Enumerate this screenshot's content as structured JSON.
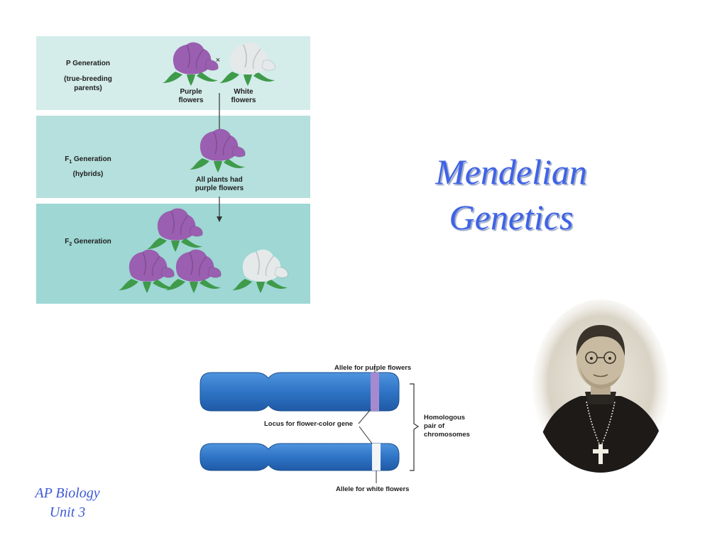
{
  "cross": {
    "p_generation": {
      "label": "P Generation",
      "sublabel_line1": "(true-breeding",
      "sublabel_line2": "parents)",
      "cross_symbol": "×",
      "left_flower_line1": "Purple",
      "left_flower_line2": "flowers",
      "right_flower_line1": "White",
      "right_flower_line2": "flowers"
    },
    "f1_generation": {
      "label_prefix": "F",
      "label_sub": "1",
      "label_suffix": " Generation",
      "sublabel": "(hybrids)",
      "caption_line1": "All plants had",
      "caption_line2": "purple flowers"
    },
    "f2_generation": {
      "label_prefix": "F",
      "label_sub": "2",
      "label_suffix": " Generation"
    },
    "colors": {
      "purple_flower": "#9a5fb0",
      "white_flower": "#e6e9ea",
      "leaf": "#3f9a4a"
    }
  },
  "title": {
    "line1": "Mendelian",
    "line2": "Genetics"
  },
  "chromosomes": {
    "allele_purple": "Allele for purple flowers",
    "locus": "Locus for flower-color gene",
    "homologous_line1": "Homologous",
    "homologous_line2": "pair of",
    "homologous_line3": "chromosomes",
    "allele_white": "Allele for white flowers",
    "colors": {
      "chromosome": "#2f74c6",
      "purple_band": "#a58ad0",
      "white_band": "#f2f4f6"
    }
  },
  "footer": {
    "line1": "AP Biology",
    "line2": "Unit 3"
  }
}
